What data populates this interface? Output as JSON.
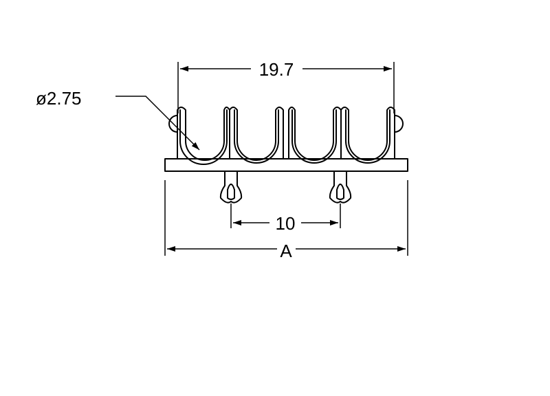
{
  "dimensions": {
    "top_width": "19.7",
    "diameter": "ø2.75",
    "pin_spacing": "10",
    "overall_width": "A"
  }
}
